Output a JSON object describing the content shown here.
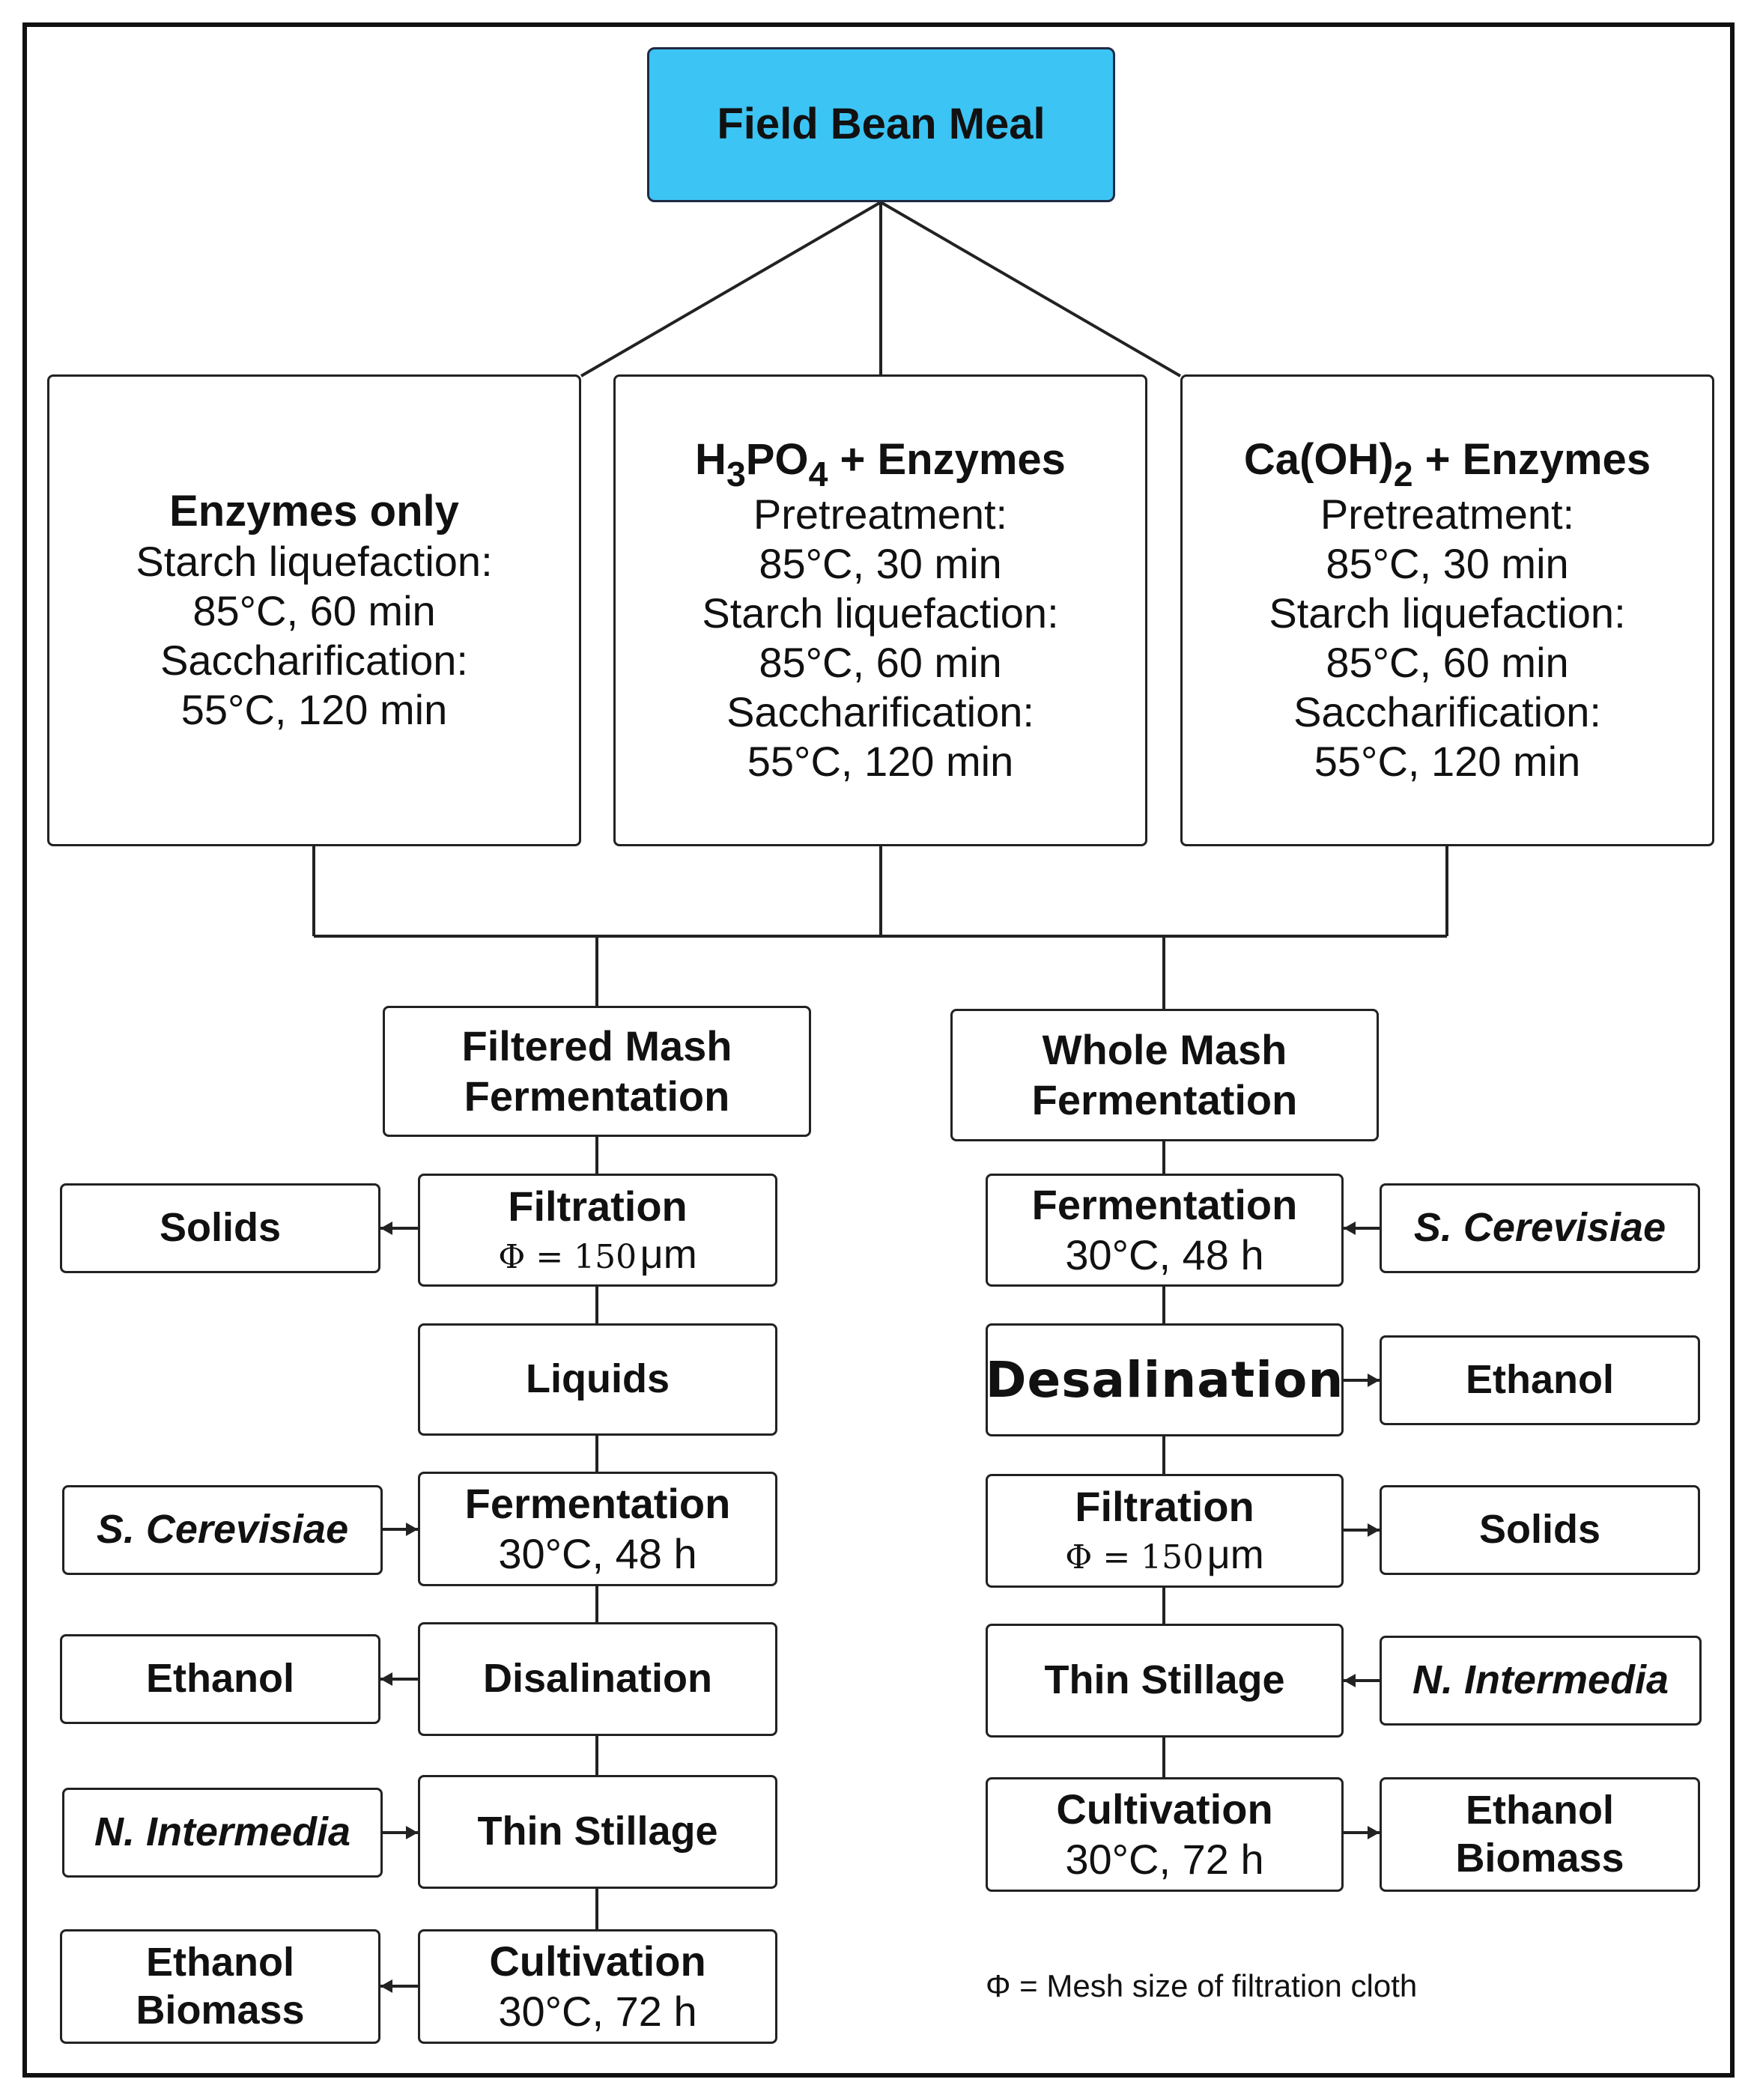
{
  "root": {
    "label": "Field Bean Meal"
  },
  "treatments": [
    {
      "title": "Enzymes only",
      "lines": [
        "Starch liquefaction:",
        "85°C, 60 min",
        "Saccharification:",
        "55°C, 120 min"
      ]
    },
    {
      "title_main": "H",
      "title_sub1": "3",
      "title_mid": "PO",
      "title_sub2": "4",
      "title_end": " + Enzymes",
      "lines": [
        "Pretreatment:",
        "85°C, 30 min",
        "Starch liquefaction:",
        "85°C, 60 min",
        "Saccharification:",
        "55°C, 120 min"
      ]
    },
    {
      "title_main": "Ca(OH)",
      "title_sub": "2",
      "title_end": " + Enzymes",
      "lines": [
        "Pretreatment:",
        "85°C, 30 min",
        "Starch liquefaction:",
        "85°C, 60 min",
        "Saccharification:",
        "55°C, 120 min"
      ]
    }
  ],
  "filtered": {
    "header": [
      "Filtered Mash",
      "Fermentation"
    ],
    "filtration": {
      "title": "Filtration",
      "phi": "Φ = 150",
      "unit": "μm"
    },
    "solids": "Solids",
    "liquids": "Liquids",
    "yeast": "S. Cerevisiae",
    "fermentation": {
      "title": "Fermentation",
      "cond": "30°C, 48 h"
    },
    "disalination": "Disalination",
    "ethanol": "Ethanol",
    "algae": "N. Intermedia",
    "thin_stillage": "Thin Stillage",
    "cultivation": {
      "title": "Cultivation",
      "cond": "30°C, 72 h"
    },
    "product": [
      "Ethanol",
      "Biomass"
    ]
  },
  "whole": {
    "header": [
      "Whole Mash",
      "Fermentation"
    ],
    "fermentation": {
      "title": "Fermentation",
      "cond": "30°C, 48 h"
    },
    "yeast": "S. Cerevisiae",
    "desalination": "Desalination",
    "ethanol": "Ethanol",
    "filtration": {
      "title": "Filtration",
      "phi": "Φ = 150",
      "unit": "μm"
    },
    "solids": "Solids",
    "thin_stillage": "Thin Stillage",
    "algae": "N. Intermedia",
    "cultivation": {
      "title": "Cultivation",
      "cond": "30°C, 72 h"
    },
    "product": [
      "Ethanol",
      "Biomass"
    ]
  },
  "footnote": "Φ = Mesh size of filtration cloth",
  "colors": {
    "root_fill": "#3cc4f4",
    "line": "#222222"
  }
}
